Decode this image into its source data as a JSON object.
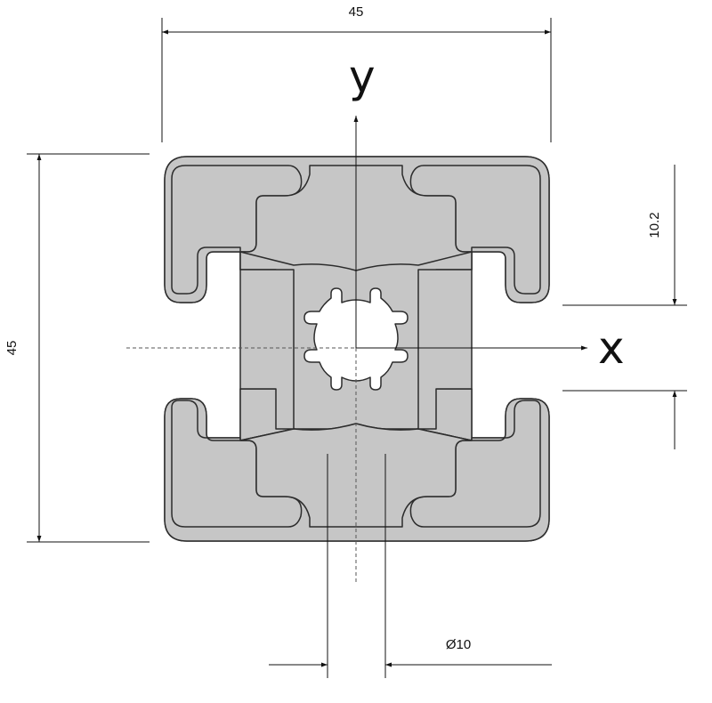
{
  "dimensions": {
    "width_label": "45",
    "height_label": "45",
    "slot_offset_label": "10.2",
    "bore_label": "Ø10"
  },
  "axes": {
    "x_label": "x",
    "y_label": "y"
  },
  "colors": {
    "profile_fill": "#c6c6c6",
    "profile_stroke": "#2c2c2c",
    "line": "#111111"
  }
}
